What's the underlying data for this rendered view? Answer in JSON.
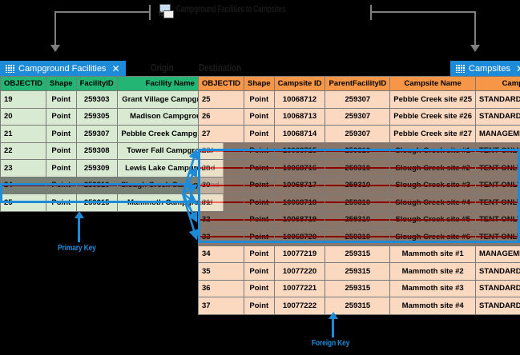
{
  "diagram": {
    "title": "Campground Facilities to Campsites",
    "title_icon": "relationship-class-icon",
    "origin_label": "Origin",
    "destination_label": "Destination",
    "accent_color": "#1e8bd8",
    "origin_header_color": "#22b573",
    "origin_row_color": "#d9ead3",
    "destination_header_color": "#f79646",
    "destination_row_color": "#fbd8c0",
    "strike_color": "#ff0000"
  },
  "origin": {
    "tab": {
      "label": "Campground Facilities",
      "icon": "table-grid-icon",
      "close": "✕"
    },
    "columns": [
      "OBJECTID",
      "Shape",
      "FacilityID",
      "Facility Name"
    ],
    "rows": [
      {
        "objectid": "19",
        "shape": "Point",
        "facilityid": "259303",
        "name": "Grant Village Campground",
        "selected": false
      },
      {
        "objectid": "20",
        "shape": "Point",
        "facilityid": "259305",
        "name": "Madison Campground",
        "selected": false
      },
      {
        "objectid": "21",
        "shape": "Point",
        "facilityid": "259307",
        "name": "Pebble Creek Campground",
        "selected": false
      },
      {
        "objectid": "22",
        "shape": "Point",
        "facilityid": "259308",
        "name": "Tower Fall Campground",
        "selected": false
      },
      {
        "objectid": "23",
        "shape": "Point",
        "facilityid": "259309",
        "name": "Lewis Lake Campground",
        "selected": false
      },
      {
        "objectid": "24",
        "shape": "Point",
        "facilityid": "259310",
        "name": "Slough Creek Campground",
        "selected": true
      },
      {
        "objectid": "25",
        "shape": "Point",
        "facilityid": "259315",
        "name": "Mammoth Campground",
        "selected": false
      }
    ]
  },
  "destination": {
    "tab": {
      "label": "Campsites",
      "icon": "table-grid-icon",
      "close": "✕"
    },
    "columns": [
      "OBJECTID",
      "Shape",
      "Campsite ID",
      "ParentFacilityID",
      "Campsite Name",
      "Campsite Type"
    ],
    "rows": [
      {
        "objectid": "25",
        "shape": "Point",
        "campsiteid": "10068712",
        "parentfacilityid": "259307",
        "name": "Pebble Creek site #25",
        "type": "STANDARD NONELECTRIC",
        "selected": false
      },
      {
        "objectid": "26",
        "shape": "Point",
        "campsiteid": "10068713",
        "parentfacilityid": "259307",
        "name": "Pebble Creek site #26",
        "type": "STANDARD NONELECTRIC",
        "selected": false
      },
      {
        "objectid": "27",
        "shape": "Point",
        "campsiteid": "10068714",
        "parentfacilityid": "259307",
        "name": "Pebble Creek site #27",
        "type": "MANAGEMENT",
        "selected": false
      },
      {
        "objectid": "28",
        "shape": "Point",
        "campsiteid": "10068715",
        "parentfacilityid": "259310",
        "name": "Slough Creek site #1",
        "type": "TENT ONLY NONELECTRIC",
        "selected": true
      },
      {
        "objectid": "29",
        "shape": "Point",
        "campsiteid": "10068716",
        "parentfacilityid": "259310",
        "name": "Slough Creek site #2",
        "type": "TENT ONLY NONELECTRIC",
        "selected": true
      },
      {
        "objectid": "30",
        "shape": "Point",
        "campsiteid": "10068717",
        "parentfacilityid": "259310",
        "name": "Slough Creek site #3",
        "type": "TENT ONLY NONELECTRIC",
        "selected": true
      },
      {
        "objectid": "31",
        "shape": "Point",
        "campsiteid": "10068718",
        "parentfacilityid": "259310",
        "name": "Slough Creek site #4",
        "type": "TENT ONLY NONELECTRIC",
        "selected": true
      },
      {
        "objectid": "32",
        "shape": "Point",
        "campsiteid": "10068719",
        "parentfacilityid": "259310",
        "name": "Slough Creek site #5",
        "type": "TENT ONLY NONELECTRIC",
        "selected": true
      },
      {
        "objectid": "33",
        "shape": "Point",
        "campsiteid": "10068720",
        "parentfacilityid": "259310",
        "name": "Slough Creek site #6",
        "type": "TENT ONLY NONELECTRIC",
        "selected": true
      },
      {
        "objectid": "34",
        "shape": "Point",
        "campsiteid": "10077219",
        "parentfacilityid": "259315",
        "name": "Mammoth site #1",
        "type": "MANAGEMENT",
        "selected": false
      },
      {
        "objectid": "35",
        "shape": "Point",
        "campsiteid": "10077220",
        "parentfacilityid": "259315",
        "name": "Mammoth site #2",
        "type": "STANDARD NONELECTRIC",
        "selected": false
      },
      {
        "objectid": "36",
        "shape": "Point",
        "campsiteid": "10077221",
        "parentfacilityid": "259315",
        "name": "Mammoth site #3",
        "type": "STANDARD NONELECTRIC",
        "selected": false
      },
      {
        "objectid": "37",
        "shape": "Point",
        "campsiteid": "10077222",
        "parentfacilityid": "259315",
        "name": "Mammoth site #4",
        "type": "STANDARD NONELECTRIC",
        "selected": false
      }
    ]
  },
  "callouts": {
    "primary_key": "Primary Key",
    "foreign_key": "Foreign Key"
  }
}
